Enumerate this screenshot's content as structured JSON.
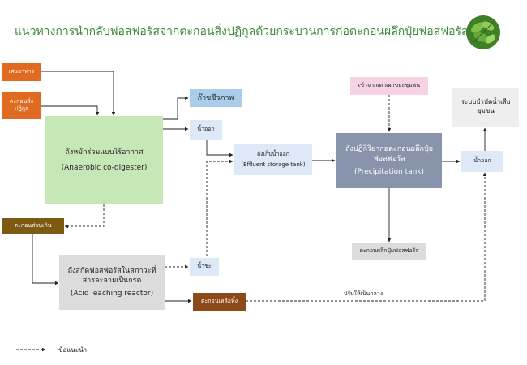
{
  "title": "แนวทางการนำกลับฟอสฟอรัสจากตะกอนสิ่งปฏิกูลด้วยกระบวนการก่อตะกอนผลึกปุ๋ยฟอสฟอรัส",
  "nodes": {
    "food_waste": "เศษอาหาร",
    "sludge": "ตะกอนสิ่งปฏิกูล",
    "codigester_th": "ถังหมักร่วมแบบไร้อากาศ",
    "codigester_en": "(Anaerobic co-digester)",
    "biogas": "ก๊าซชีวภาพ",
    "effluent1": "น้ำออก",
    "storage_th": "ถังเก็บน้ำออก",
    "storage_en": "(Effluent storage tank)",
    "community_seawater": "เข้าจากเตาเผาขยะชุมชน",
    "precip_th1": "ถังปฏิกิริยาก่อตะกอนผลึกปุ๋ย",
    "precip_th2": "ฟอสฟอรัส",
    "precip_en": "(Precipitation tank)",
    "effluent2": "น้ำออก",
    "wastewater_system": "ระบบบำบัดน้ำเสียชุมชน",
    "excess_sludge": "ตะกอนส่วนเกิน",
    "leach_th1": "ถังสกัดฟอสฟอรัสในสภาวะที่",
    "leach_th2": "สารละลายเป็นกรด",
    "leach_en": "(Acid leaching reactor)",
    "leachate": "น้ำชะ",
    "residue": "ตะกอนเหลือทิ้ง",
    "fertilizer": "ตะกอนผลึกปุ๋ยฟอสฟอรัส"
  },
  "annotations": {
    "neutralize": "ปรับให้เป็นกลาง"
  },
  "legend": {
    "dashed": "ข้อแนะนำ"
  },
  "colors": {
    "title": "#3a8a3a",
    "orange": "#e06a1f",
    "green": "#c6e7b6",
    "blue": "#a9cdea",
    "pale_blue": "#dde9f6",
    "steel": "#8794ab",
    "pink": "#f6d2e4",
    "gray": "#dcdcdc",
    "olive": "#7d5a12",
    "brown": "#8b4a17"
  },
  "icons": {
    "leaf": "leaf-photo-icon"
  }
}
